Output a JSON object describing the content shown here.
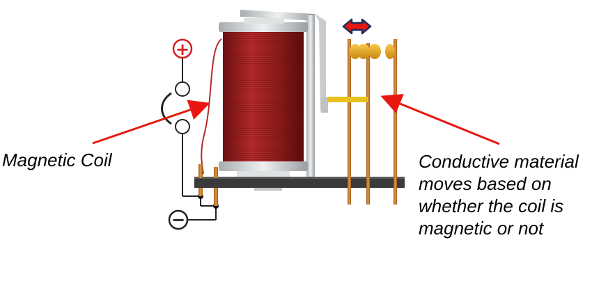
{
  "labels": {
    "coil": "Magnetic Coil",
    "conductive": [
      "Conductive material",
      "moves based on",
      "whether the coil is",
      "magnetic or not"
    ]
  },
  "symbols": {
    "positive": "+",
    "negative": "−"
  },
  "icons": {
    "positive_terminal": "plus-circle-icon",
    "negative_terminal": "minus-circle-icon",
    "movement_arrow": "double-arrow-icon"
  },
  "colors": {
    "coil": "#8b1a1a",
    "coil_highlight": "#b52a2a",
    "positive": "#d32020",
    "annotation_arrow": "#e8170f",
    "double_arrow_fill": "#e8170f",
    "double_arrow_outline": "#1f2c5a",
    "base": "#3a3a3a",
    "copper": "#c77a2b",
    "contact": "#e8a41c",
    "metal": "#cfd2d4"
  }
}
